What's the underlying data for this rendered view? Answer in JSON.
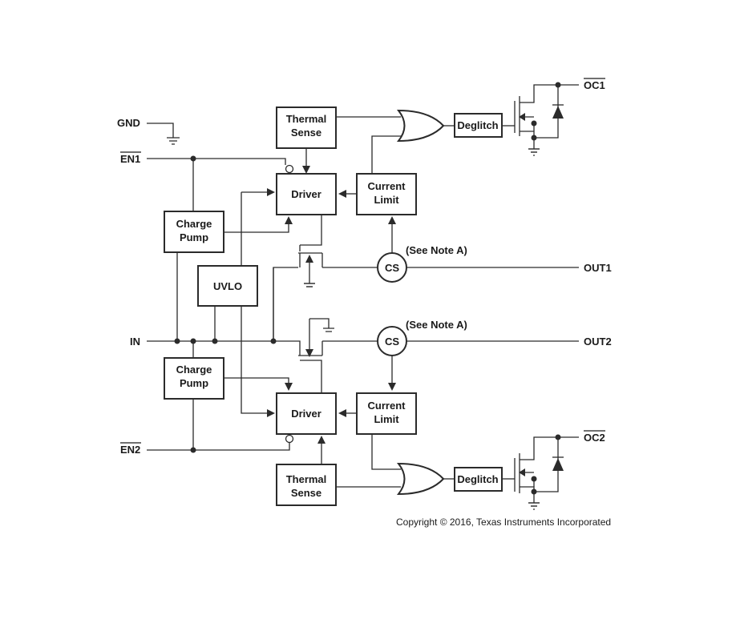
{
  "blocks": {
    "thermal_sense_top": [
      "Thermal",
      "Sense"
    ],
    "driver_top": "Driver",
    "current_limit_top": [
      "Current",
      "Limit"
    ],
    "deglitch_top": "Deglitch",
    "charge_pump_top": [
      "Charge",
      "Pump"
    ],
    "uvlo": "UVLO",
    "cs_top": "CS",
    "charge_pump_bottom": [
      "Charge",
      "Pump"
    ],
    "driver_bottom": "Driver",
    "current_limit_bottom": [
      "Current",
      "Limit"
    ],
    "cs_bottom": "CS",
    "thermal_sense_bottom": [
      "Thermal",
      "Sense"
    ],
    "deglitch_bottom": "Deglitch"
  },
  "pins": {
    "gnd": "GND",
    "en1": "EN1",
    "in": "IN",
    "en2": "EN2",
    "out1": "OUT1",
    "out2": "OUT2",
    "oc1": "OC1",
    "oc2": "OC2"
  },
  "notes": {
    "see_note_top": "(See Note A)",
    "see_note_bottom": "(See Note A)"
  },
  "copyright": "Copyright © 2016, Texas Instruments Incorporated"
}
